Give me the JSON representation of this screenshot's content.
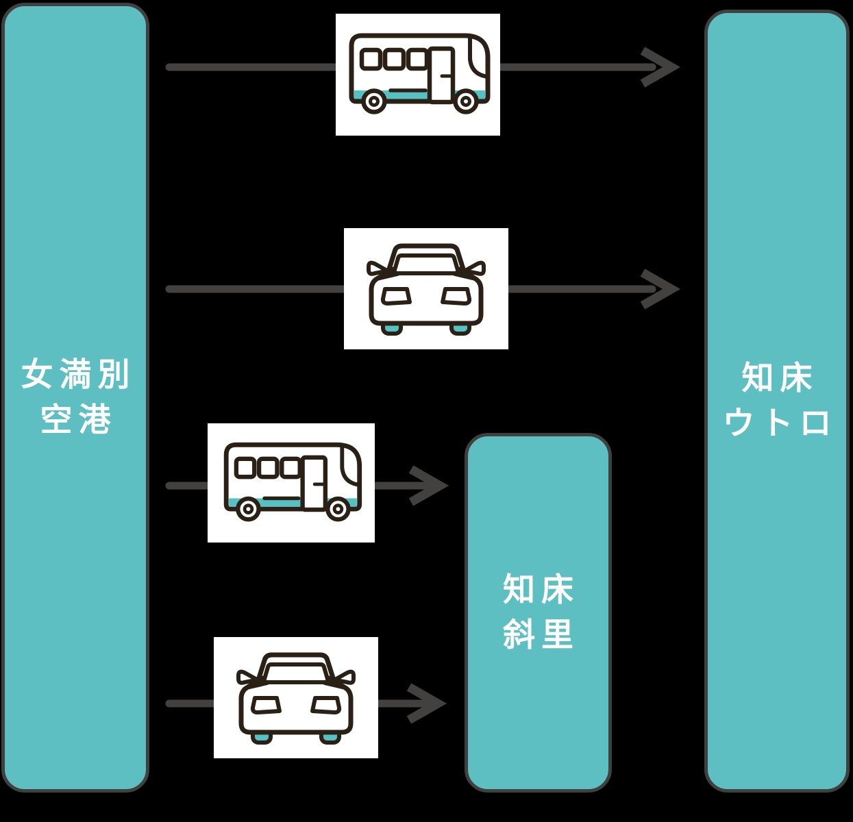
{
  "colors": {
    "background": "#000000",
    "pillar_fill": "#5ebfc2",
    "pillar_border": "#3f4040",
    "arrow": "#434040",
    "icon_outline": "#2b2016",
    "icon_teal": "#57c0c2",
    "label_text": "#ffffff",
    "icon_card_bg": "#ffffff"
  },
  "nodes": {
    "memanbetsu": {
      "line1": "女満別",
      "line2": "空港"
    },
    "shari": {
      "line1": "知床",
      "line2": "斜里"
    },
    "utoro": {
      "line1": "知床",
      "line2": "ウトロ"
    }
  },
  "edges": [
    {
      "from": "女満別空港",
      "to": "知床ウトロ",
      "mode": "bus",
      "icon": "bus-icon"
    },
    {
      "from": "女満別空港",
      "to": "知床ウトロ",
      "mode": "car",
      "icon": "car-icon"
    },
    {
      "from": "女満別空港",
      "to": "知床斜里",
      "mode": "bus",
      "icon": "bus-icon"
    },
    {
      "from": "女満別空港",
      "to": "知床斜里",
      "mode": "car",
      "icon": "car-icon"
    }
  ]
}
